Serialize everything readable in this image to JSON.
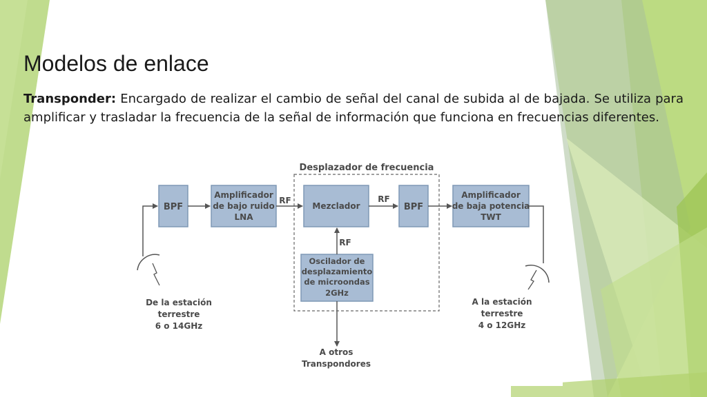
{
  "slide": {
    "title": "Modelos de enlace",
    "lead_term": "Transponder:",
    "body": " Encargado de realizar el cambio de señal del canal de subida al de bajada. Se utiliza para amplificar y trasladar la frecuencia de la señal de información que funciona en frecuencias diferentes."
  },
  "diagram": {
    "group_label": "Desplazador de frecuencia",
    "blocks": {
      "bpf_in": [
        "BPF"
      ],
      "lna": [
        "Amplificador",
        "de bajo ruido",
        "LNA"
      ],
      "mixer": [
        "Mezclador"
      ],
      "bpf_out": [
        "BPF"
      ],
      "twt": [
        "Amplificador",
        "de baja potencia",
        "TWT"
      ],
      "oscillator": [
        "Oscilador de",
        "desplazamiento",
        "de microondas",
        "2GHz"
      ]
    },
    "signal_labels": {
      "rf1": "RF",
      "rf2": "RF",
      "rf3": "RF"
    },
    "input_label": [
      "De la estación",
      "terrestre",
      "6 o 14GHz"
    ],
    "output_label": [
      "A la estación",
      "terrestre",
      "4 o 12GHz"
    ],
    "other_label": [
      "A otros",
      "Transpondores"
    ]
  },
  "colors": {
    "block_fill": "#a8bcd4",
    "block_stroke": "#7f98b5",
    "text": "#4a4a4a",
    "accent_green": "#a9cf5b"
  }
}
